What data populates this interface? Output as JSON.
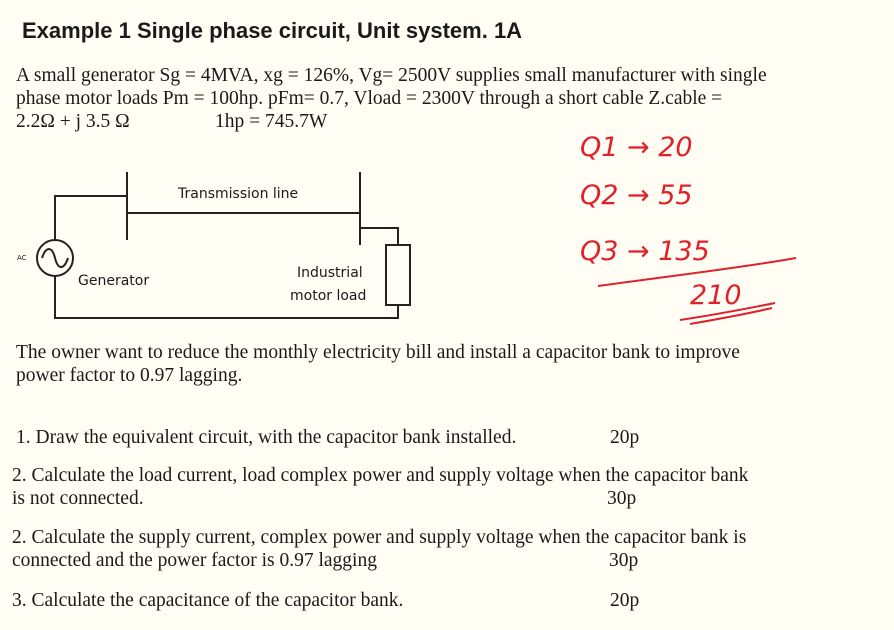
{
  "title": "Example 1 Single phase circuit, Unit system.  1A",
  "intro": {
    "line1": "A small generator  Sg = 4MVA,  xg = 126%, Vg= 2500V supplies small manufacturer with single",
    "line2": "phase motor loads  Pm = 100hp. pFm= 0.7, Vload = 2300V  through a short cable  Z.cable =",
    "line3a": "2.2Ω + j 3.5 Ω",
    "line3b": "1hp = 745.7W"
  },
  "diagram": {
    "transmission_label": "Transmission line",
    "generator_label": "Generator",
    "ac_label": "AC",
    "load_label_1": "Industrial",
    "load_label_2": "motor load"
  },
  "handwritten": {
    "q1": "Q1 → 20",
    "q2": "Q2 → 55",
    "q3": "Q3 → 135",
    "total": "210",
    "color": "#e0202a"
  },
  "owner_text": {
    "line1": "The owner want to reduce the monthly electricity bill and install a capacitor bank to improve",
    "line2": "power factor to 0.97 lagging."
  },
  "questions": [
    {
      "line1": "1. Draw the equivalent circuit, with the capacitor bank installed.",
      "line2": "",
      "points": "20p"
    },
    {
      "line1": "2. Calculate the load current, load complex power and supply voltage when the capacitor bank",
      "line2": "is not connected.",
      "points": "30p"
    },
    {
      "line1": "2. Calculate the supply current, complex power and supply voltage when the capacitor bank is",
      "line2": "connected and the power factor is 0.97 lagging",
      "points": "30p"
    },
    {
      "line1": "3. Calculate the capacitance of the capacitor bank.",
      "line2": "",
      "points": "20p"
    }
  ]
}
